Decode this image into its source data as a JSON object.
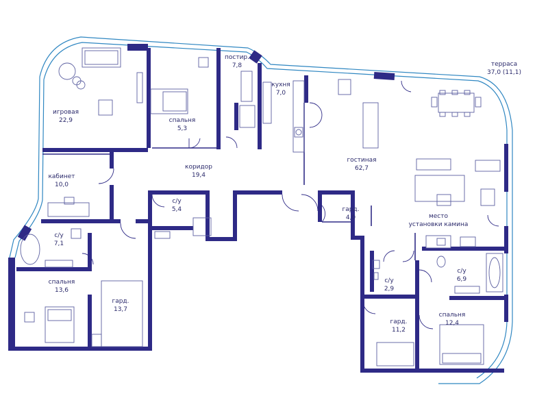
{
  "colors": {
    "wall": "#2e2a86",
    "glass": "#2e86c1",
    "label": "#2b2a6b"
  },
  "rooms": [
    {
      "id": "playroom",
      "name": "игровая",
      "area": "22,9"
    },
    {
      "id": "bedroom1",
      "name": "спальня",
      "area": "5,3"
    },
    {
      "id": "linen",
      "name": "постир.",
      "area": "7,8"
    },
    {
      "id": "kitchen",
      "name": "кухня",
      "area": "7,0"
    },
    {
      "id": "terrace",
      "name": "терраса",
      "area": "37,0 (11,1)"
    },
    {
      "id": "living",
      "name": "гостиная",
      "area": "62,7"
    },
    {
      "id": "corridor",
      "name": "коридор",
      "area": "19,4"
    },
    {
      "id": "study",
      "name": "кабинет",
      "area": "10,0"
    },
    {
      "id": "bath1",
      "name": "с/у",
      "area": "5,4"
    },
    {
      "id": "ward1",
      "name": "гард.",
      "area": "4,0"
    },
    {
      "id": "fireplace",
      "name": "место установки камина",
      "area": ""
    },
    {
      "id": "bath2",
      "name": "с/у",
      "area": "7,1"
    },
    {
      "id": "bedroom2",
      "name": "спальня",
      "area": "13,6"
    },
    {
      "id": "ward2",
      "name": "гард.",
      "area": "13,7"
    },
    {
      "id": "bath3",
      "name": "с/у",
      "area": "2,9"
    },
    {
      "id": "bath4",
      "name": "с/у",
      "area": "6,9"
    },
    {
      "id": "ward3",
      "name": "гард.",
      "area": "11,2"
    },
    {
      "id": "bedroom3",
      "name": "спальня",
      "area": "12,4"
    }
  ]
}
